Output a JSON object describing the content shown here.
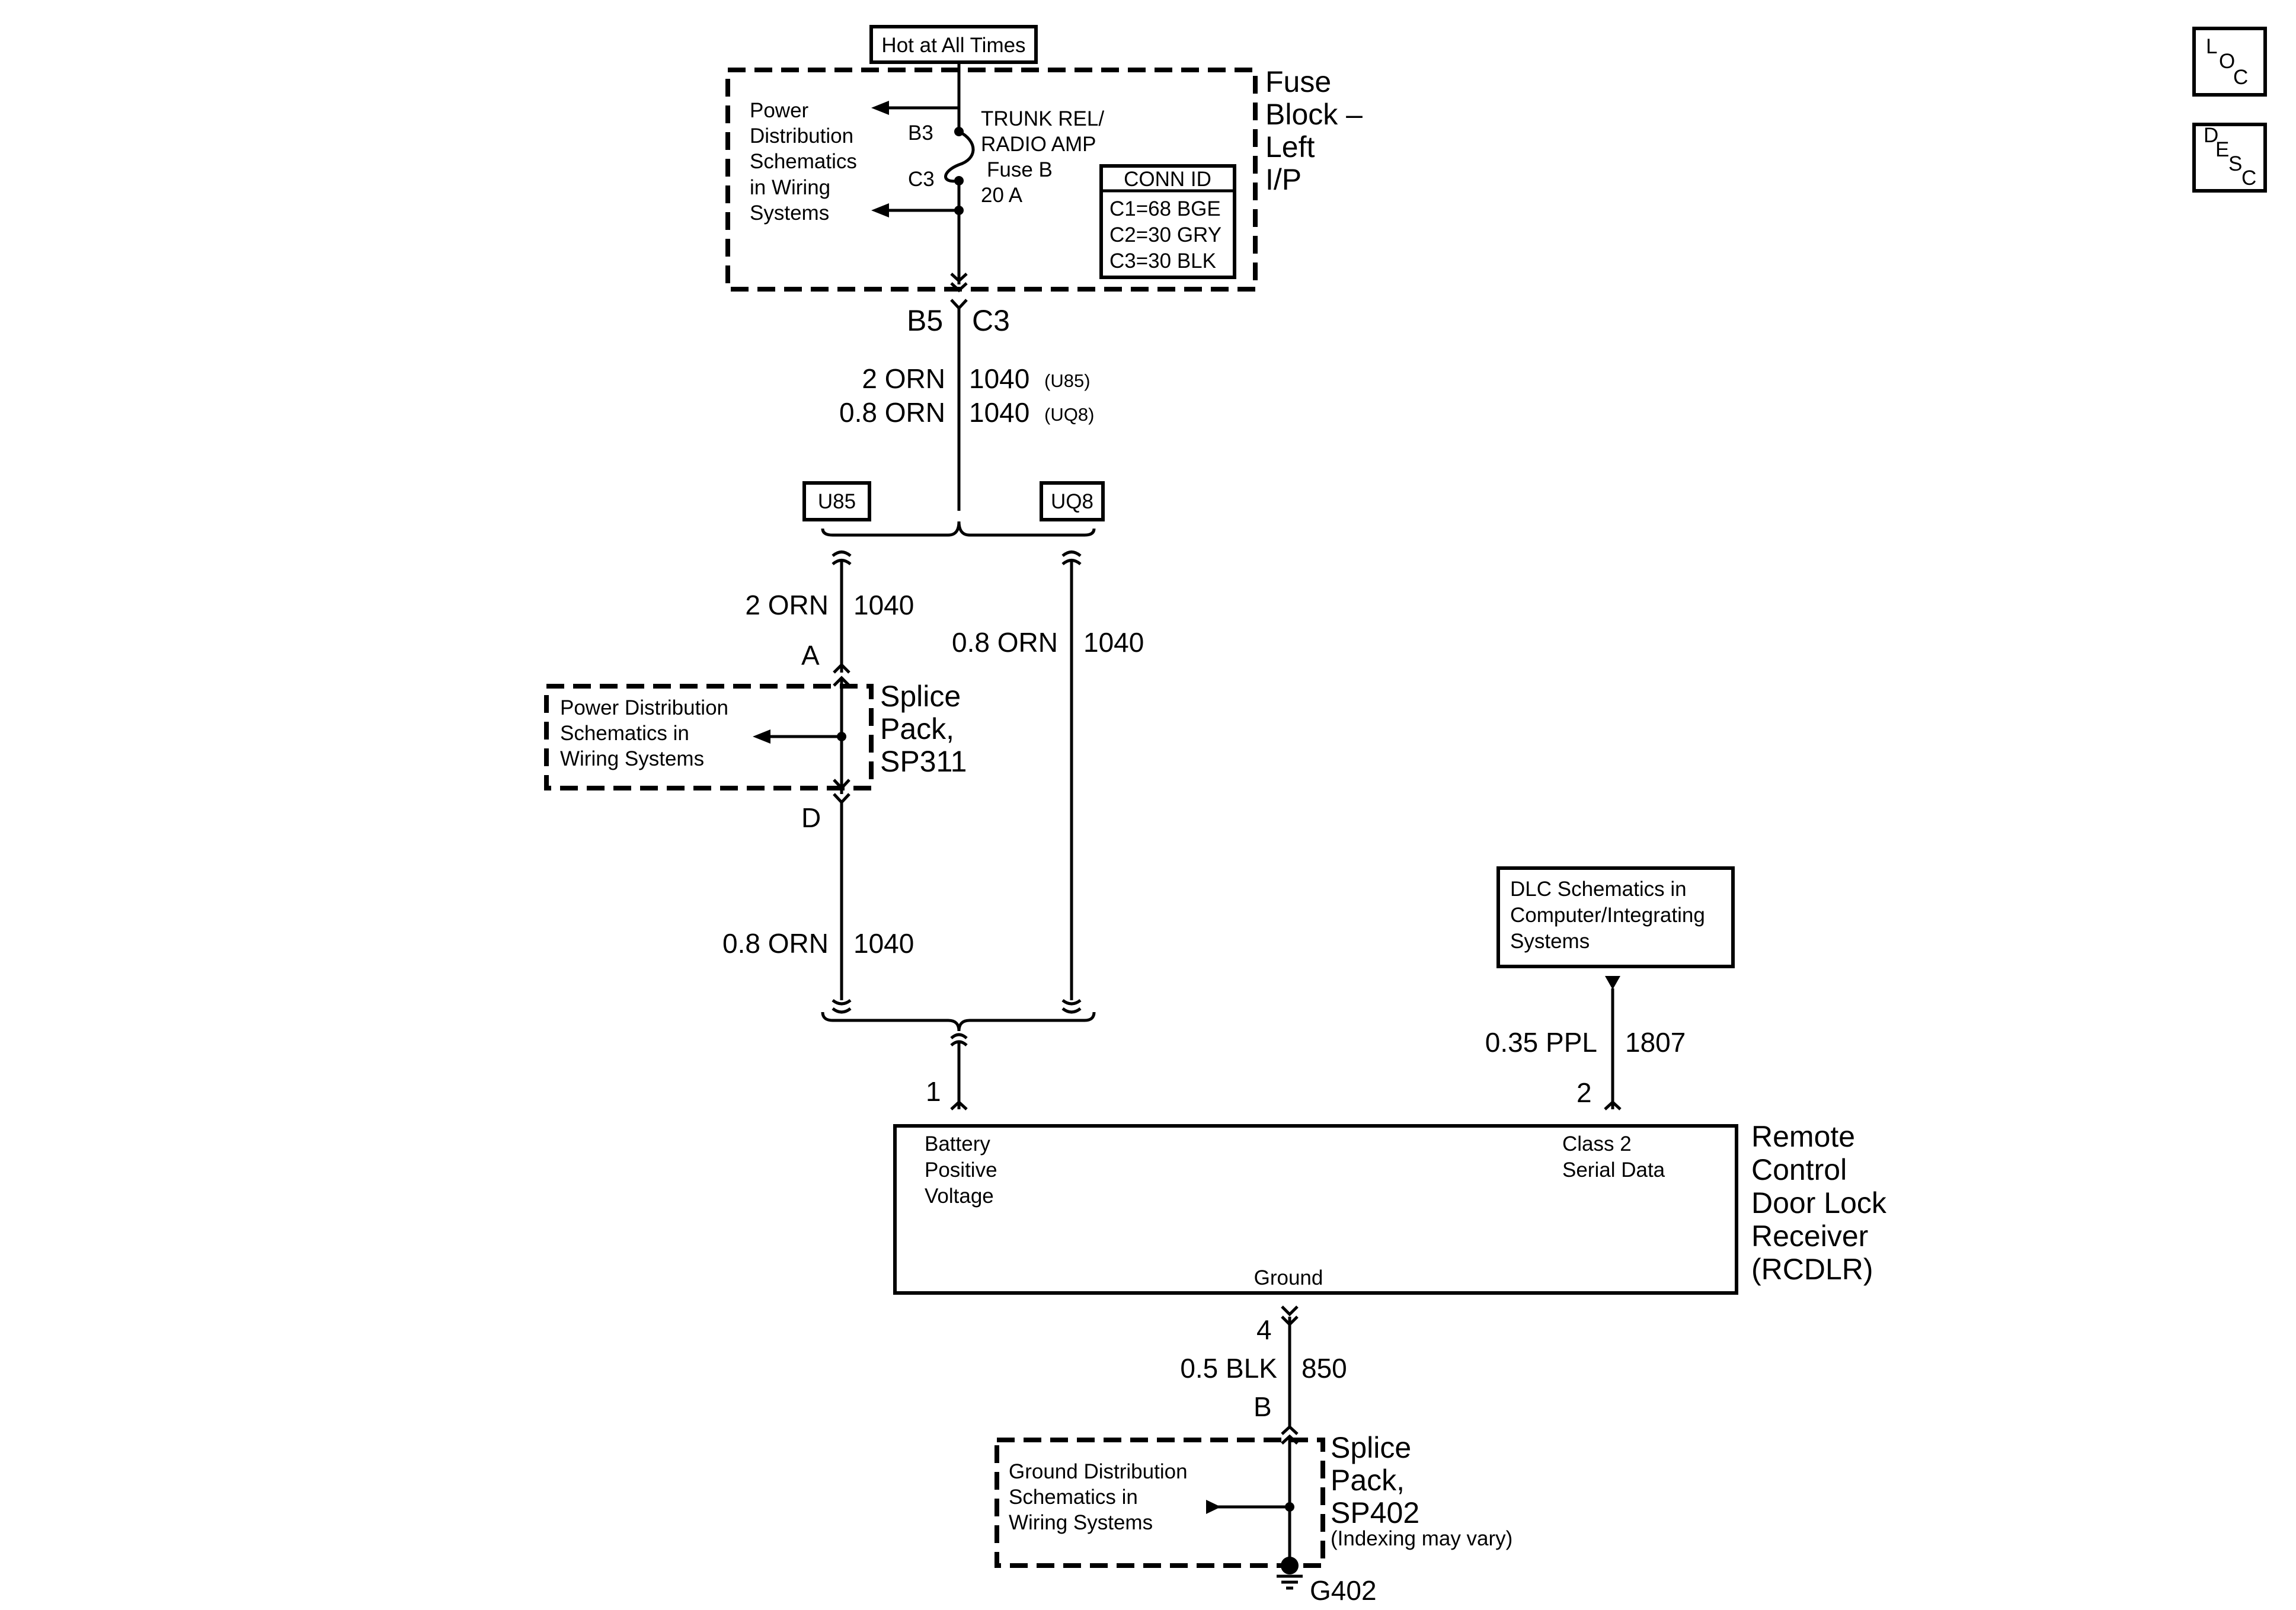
{
  "fuse_block": {
    "source_label": "Hot at All Times",
    "name_lines": [
      "Fuse",
      "Block –",
      "Left",
      "I/P"
    ],
    "power_ref_lines": [
      "Power",
      "Distribution",
      "Schematics",
      "in Wiring",
      "Systems"
    ],
    "pin_b3": "B3",
    "pin_c3": "C3",
    "fuse_lines": [
      "TRUNK REL/",
      "RADIO AMP",
      "Fuse B",
      "20 A"
    ],
    "conn_id": {
      "header": "CONN ID",
      "rows": [
        "C1=68 BGE",
        "C2=30 GRY",
        "C3=30 BLK"
      ]
    },
    "out_pin_left": "B5",
    "out_pin_right": "C3"
  },
  "wire_1040_top": {
    "line1": {
      "gauge": "2 ORN",
      "circuit": "1040",
      "option": "(U85)"
    },
    "line2": {
      "gauge": "0.8 ORN",
      "circuit": "1040",
      "option": "(UQ8)"
    }
  },
  "options": {
    "left": "U85",
    "right": "UQ8"
  },
  "branch_u85": {
    "wire_top": {
      "gauge": "2 ORN",
      "circuit": "1040"
    },
    "pin_in": "A",
    "pin_out": "D",
    "wire_bottom": {
      "gauge": "0.8 ORN",
      "circuit": "1040"
    }
  },
  "branch_uq8": {
    "gauge": "0.8 ORN",
    "circuit": "1040"
  },
  "splice_sp311": {
    "ref_lines": [
      "Power Distribution",
      "Schematics in",
      "Wiring Systems"
    ],
    "name_lines": [
      "Splice",
      "Pack,",
      "SP311"
    ]
  },
  "dlc": {
    "ref_lines": [
      "DLC Schematics in",
      "Computer/Integrating",
      "Systems"
    ],
    "wire": {
      "gauge": "0.35 PPL",
      "circuit": "1807"
    }
  },
  "rcdlr": {
    "name_lines": [
      "Remote",
      "Control",
      "Door Lock",
      "Receiver",
      "(RCDLR)"
    ],
    "pin_1": "1",
    "pin_2": "2",
    "pin_4": "4",
    "battery_lines": [
      "Battery",
      "Positive",
      "Voltage"
    ],
    "serial_lines": [
      "Class 2",
      "Serial Data"
    ],
    "ground_label": "Ground"
  },
  "ground_wire": {
    "gauge": "0.5 BLK",
    "circuit": "850",
    "pin": "B"
  },
  "splice_sp402": {
    "ref_lines": [
      "Ground Distribution",
      "Schematics in",
      "Wiring Systems"
    ],
    "name_lines": [
      "Splice",
      "Pack,",
      "SP402"
    ],
    "note": "(Indexing may vary)",
    "ground_id": "G402"
  },
  "nav_icons": {
    "loc": [
      "L",
      "O",
      "C"
    ],
    "desc": [
      "D",
      "E",
      "S",
      "C"
    ]
  }
}
